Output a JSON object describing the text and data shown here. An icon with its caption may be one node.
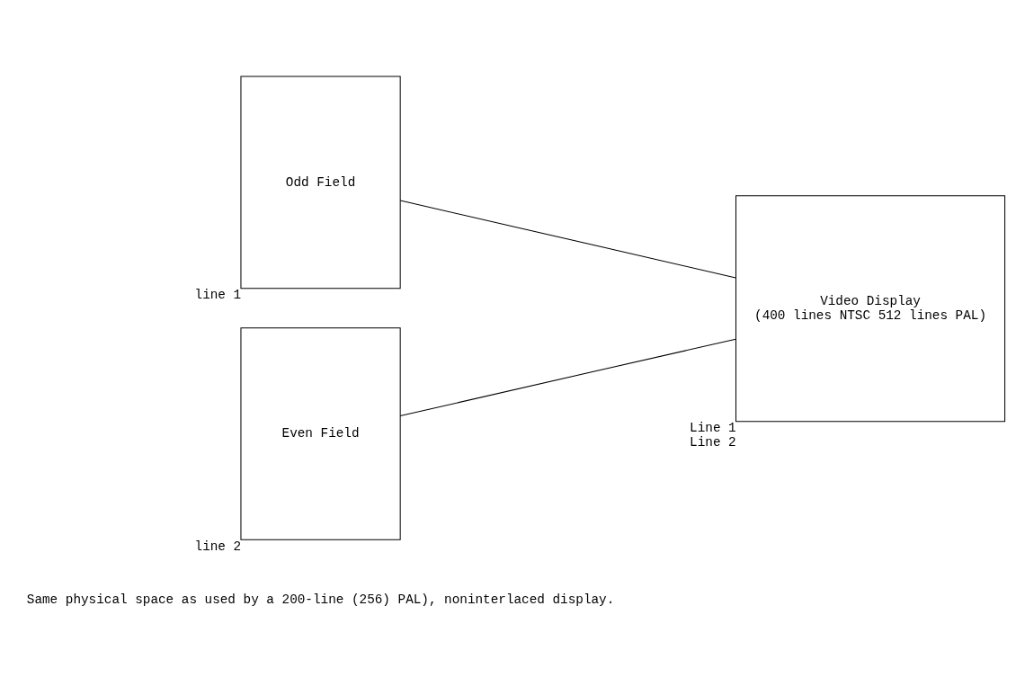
{
  "diagram": {
    "nodes": [
      {
        "text": [
          "Odd Field"
        ],
        "beside": [
          "line 1"
        ]
      },
      {
        "text": [
          "Even Field"
        ],
        "beside": [
          "line 2"
        ]
      },
      {
        "text": [
          "Video Display",
          "(400 lines NTSC 512 lines PAL)"
        ],
        "beside": [
          "Line 1",
          "Line 2"
        ]
      }
    ],
    "edges": [
      {
        "from": 0,
        "to": 2,
        "arrow": "none"
      },
      {
        "from": 1,
        "to": 2,
        "arrow": "none"
      }
    ],
    "labels": [
      "Same physical space as used by a 200-line (256) PAL), noninterlaced display."
    ]
  }
}
